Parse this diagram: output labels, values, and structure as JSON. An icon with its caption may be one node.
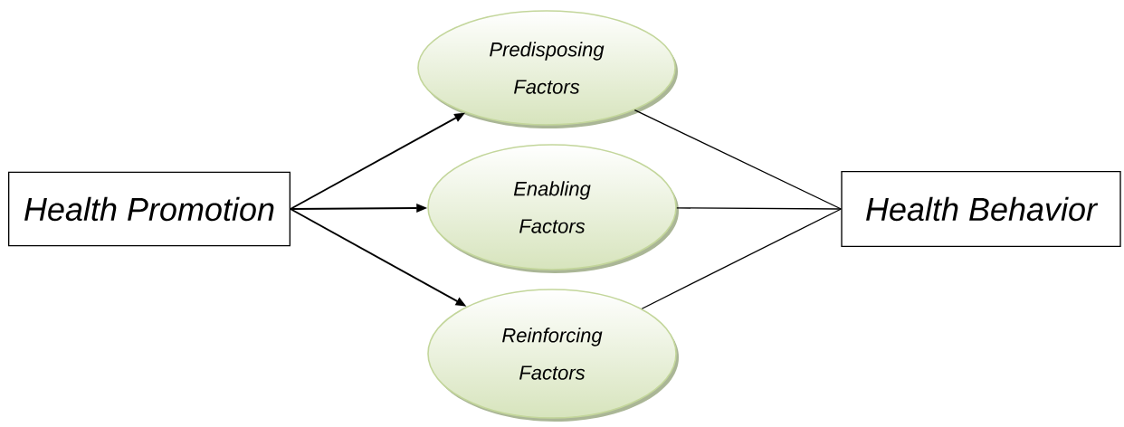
{
  "diagram": {
    "nodes": [
      {
        "text": [
          "Health Promotion"
        ]
      },
      {
        "text": [
          "Predisposing Factors"
        ]
      },
      {
        "text": [
          "Enabling Factors"
        ]
      },
      {
        "text": [
          "Reinforcing Factors"
        ]
      },
      {
        "text": [
          "Health Behavior"
        ]
      }
    ],
    "edges": [
      {
        "from": 0,
        "to": 1,
        "arrow": "to"
      },
      {
        "from": 0,
        "to": 2,
        "arrow": "to"
      },
      {
        "from": 0,
        "to": 3,
        "arrow": "to"
      },
      {
        "from": 1,
        "to": 4,
        "arrow": "none"
      },
      {
        "from": 2,
        "to": 4,
        "arrow": "none"
      },
      {
        "from": 3,
        "to": 4,
        "arrow": "none"
      }
    ]
  }
}
